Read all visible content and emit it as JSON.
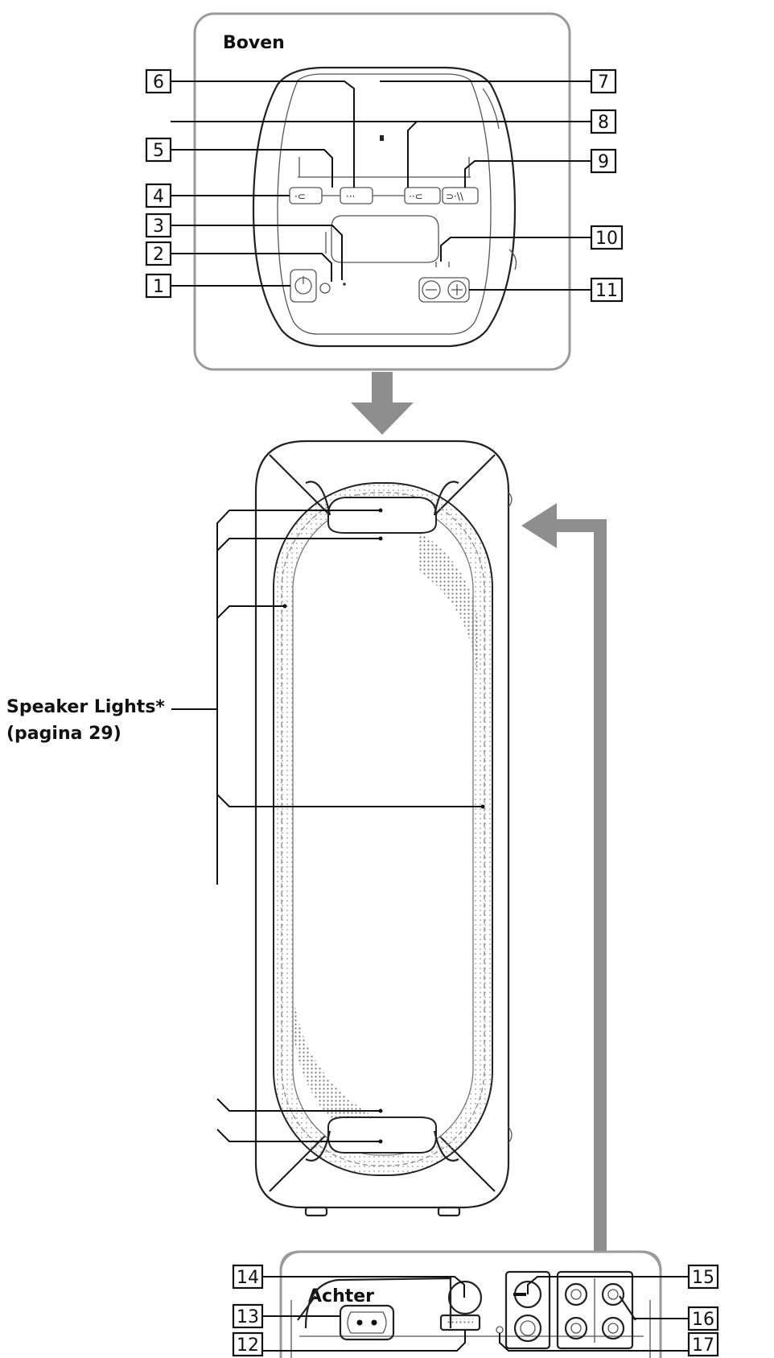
{
  "panels": {
    "top_title": "Boven",
    "rear_title": "Achter"
  },
  "speaker_lights": {
    "label": "Speaker Lights*",
    "page_ref": "(pagina 29)"
  },
  "callouts": {
    "c1": "1",
    "c2": "2",
    "c3": "3",
    "c4": "4",
    "c5": "5",
    "c6": "6",
    "c7": "7",
    "c8": "8",
    "c9": "9",
    "c10": "10",
    "c11": "11",
    "c12": "12",
    "c13": "13",
    "c14": "14",
    "c15": "15",
    "c16": "16",
    "c17": "17"
  },
  "colors": {
    "arrow": "#8e8e8e",
    "frame": "#9a9a9a",
    "ink": "#111111"
  }
}
